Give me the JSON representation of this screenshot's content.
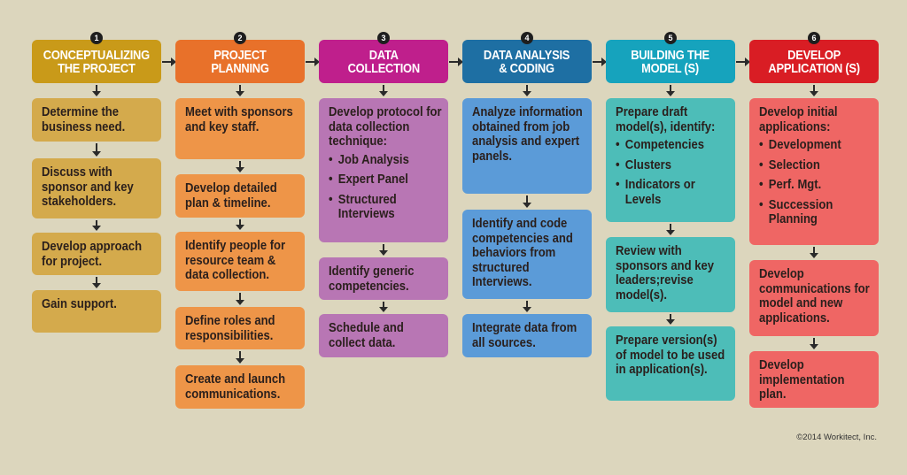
{
  "columns": [
    {
      "number": "1",
      "title": "CONCEPTUALIZING\nTHE PROJECT",
      "header_color": "#c99a19",
      "box_color": "#d4aa4c",
      "steps": [
        {
          "text": "Determine the business need."
        },
        {
          "text": "Discuss with sponsor and key stakeholders."
        },
        {
          "text": "Develop approach for project."
        },
        {
          "text": "Gain support."
        }
      ]
    },
    {
      "number": "2",
      "title": "PROJECT\nPLANNING",
      "header_color": "#e8712a",
      "box_color": "#ee9548",
      "steps": [
        {
          "text": "Meet with sponsors and key staff."
        },
        {
          "text": "Develop detailed plan & timeline."
        },
        {
          "text": "Identify people for resource team & data collection."
        },
        {
          "text": "Define roles and responsibilities."
        },
        {
          "text": "Create and launch communications."
        }
      ]
    },
    {
      "number": "3",
      "title": "DATA\nCOLLECTION",
      "header_color": "#bf1f8c",
      "box_color": "#b876b4",
      "steps": [
        {
          "text": "Develop protocol for data collection technique:",
          "bullets": [
            "Job Analysis",
            "Expert Panel",
            "Structured Interviews"
          ]
        },
        {
          "text": "Identify generic competencies."
        },
        {
          "text": "Schedule and collect data."
        }
      ]
    },
    {
      "number": "4",
      "title": "DATA ANALYSIS\n& CODING",
      "header_color": "#1e6fa3",
      "box_color": "#5b9bd8",
      "steps": [
        {
          "text": "Analyze information obtained from job analysis and expert panels."
        },
        {
          "text": "Identify and code competencies and behaviors from structured Interviews."
        },
        {
          "text": "Integrate data from all sources."
        }
      ]
    },
    {
      "number": "5",
      "title": "BUILDING THE\nMODEL (S)",
      "header_color": "#16a3bd",
      "box_color": "#4dbdb8",
      "steps": [
        {
          "text": "Prepare draft model(s), identify:",
          "bullets": [
            "Competencies",
            "Clusters",
            "Indicators or Levels"
          ]
        },
        {
          "text": "Review with sponsors and key leaders;revise model(s)."
        },
        {
          "text": "Prepare version(s) of model to be used in application(s)."
        }
      ]
    },
    {
      "number": "6",
      "title": "DEVELOP\nAPPLICATION (S)",
      "header_color": "#d91d24",
      "box_color": "#ef6664",
      "steps": [
        {
          "text": "Develop initial applications:",
          "bullets": [
            "Development",
            "Selection",
            "Perf. Mgt.",
            "Succession Planning"
          ]
        },
        {
          "text": "Develop communications for model and new applications."
        },
        {
          "text": "Develop implementation plan."
        }
      ]
    }
  ],
  "copyright": "©2014 Workitect, Inc."
}
